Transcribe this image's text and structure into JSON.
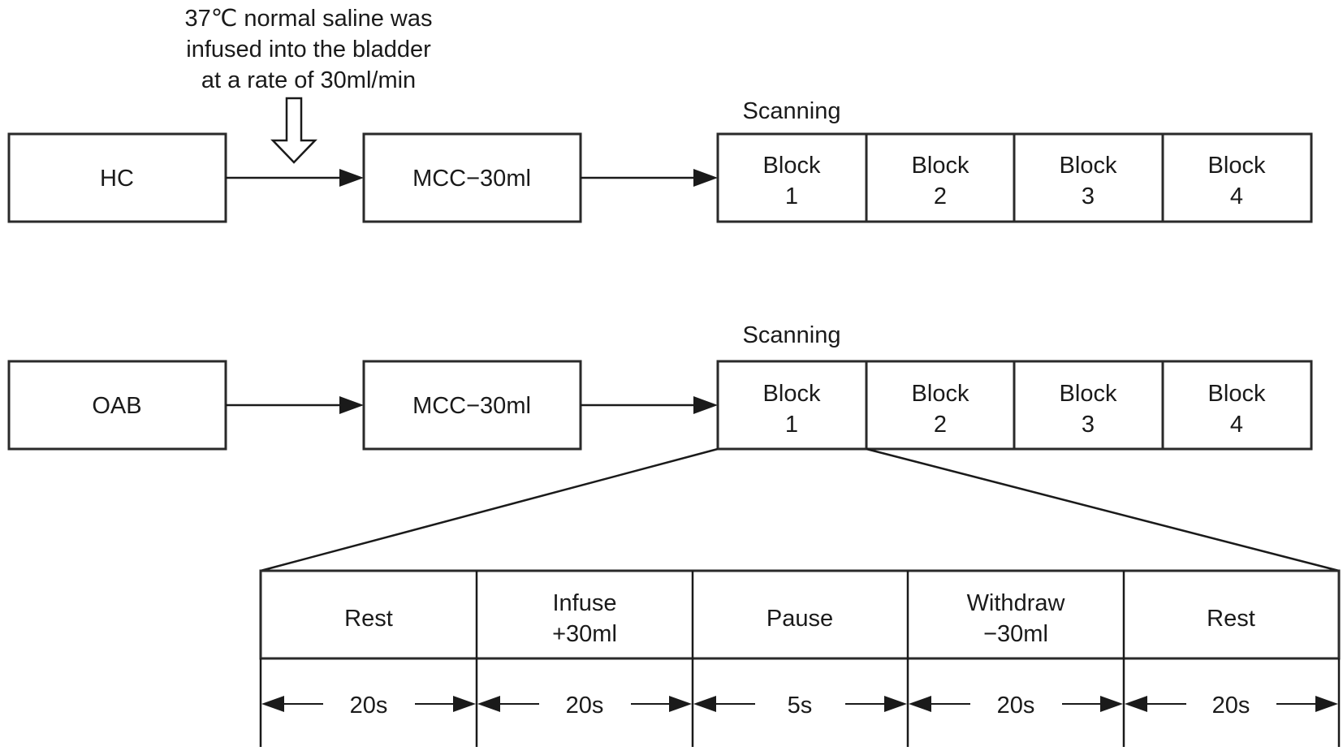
{
  "annotation": {
    "lines": [
      "37℃ normal saline was",
      "infused into the bladder",
      "at a rate of 30ml/min"
    ]
  },
  "rows": [
    {
      "group": "HC",
      "stage": "MCC−30ml",
      "scan_label": "Scanning",
      "blocks": [
        [
          "Block",
          "1"
        ],
        [
          "Block",
          "2"
        ],
        [
          "Block",
          "3"
        ],
        [
          "Block",
          "4"
        ]
      ]
    },
    {
      "group": "OAB",
      "stage": "MCC−30ml",
      "scan_label": "Scanning",
      "blocks": [
        [
          "Block",
          "1"
        ],
        [
          "Block",
          "2"
        ],
        [
          "Block",
          "3"
        ],
        [
          "Block",
          "4"
        ]
      ]
    }
  ],
  "block_detail": {
    "phases": [
      {
        "lines": [
          "Rest"
        ],
        "duration": "20s"
      },
      {
        "lines": [
          "Infuse",
          "+30ml"
        ],
        "duration": "20s"
      },
      {
        "lines": [
          "Pause"
        ],
        "duration": "5s"
      },
      {
        "lines": [
          "Withdraw",
          "−30ml"
        ],
        "duration": "20s"
      },
      {
        "lines": [
          "Rest"
        ],
        "duration": "20s"
      }
    ]
  }
}
